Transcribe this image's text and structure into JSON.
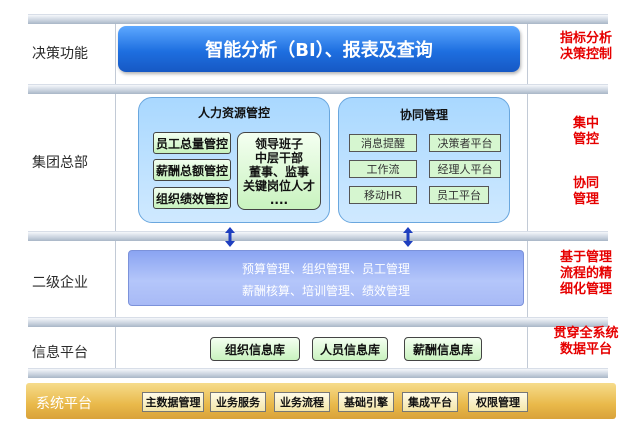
{
  "tiers": {
    "decision": "决策功能",
    "group": "集团总部",
    "secondary": "二级企业",
    "info": "信息平台",
    "system": "系统平台"
  },
  "decision_banner": "智能分析（BI）、报表及查询",
  "hr_panel": {
    "title": "人力资源管控",
    "items": [
      "员工总量管控",
      "薪酬总额管控",
      "组织绩效管控"
    ],
    "big_box_lines": [
      "领导班子",
      "中层干部",
      "董事、监事",
      "关键岗位人才",
      "...."
    ]
  },
  "collab_panel": {
    "title": "协同管理",
    "items": [
      "消息提醒",
      "决策者平台",
      "工作流",
      "经理人平台",
      "移动HR",
      "员工平台"
    ]
  },
  "secondary_band": {
    "line1": "预算管理、组织管理、员工管理",
    "line2": "薪酬核算、培训管理、绩效管理"
  },
  "info_platform": [
    "组织信息库",
    "人员信息库",
    "薪酬信息库"
  ],
  "system_platform": [
    "主数据管理",
    "业务服务",
    "业务流程",
    "基础引擎",
    "集成平台",
    "权限管理"
  ],
  "notes": {
    "decision": [
      "指标分析",
      "决策控制"
    ],
    "group_a": [
      "集中",
      "管控"
    ],
    "group_b": [
      "协同",
      "管理"
    ],
    "secondary": [
      "基于管理",
      "流程的精",
      "细化管理"
    ],
    "info": [
      "贯穿全系统",
      "数据平台"
    ]
  },
  "colors": {
    "banner": "#1e6fe0",
    "note_red": "#e60000",
    "panel": "#bfe2ff",
    "green_box": "#c7f2bd",
    "band": "#9fb4f6",
    "system_bar": "#e9b94a",
    "arrow": "#1f3fbf"
  }
}
